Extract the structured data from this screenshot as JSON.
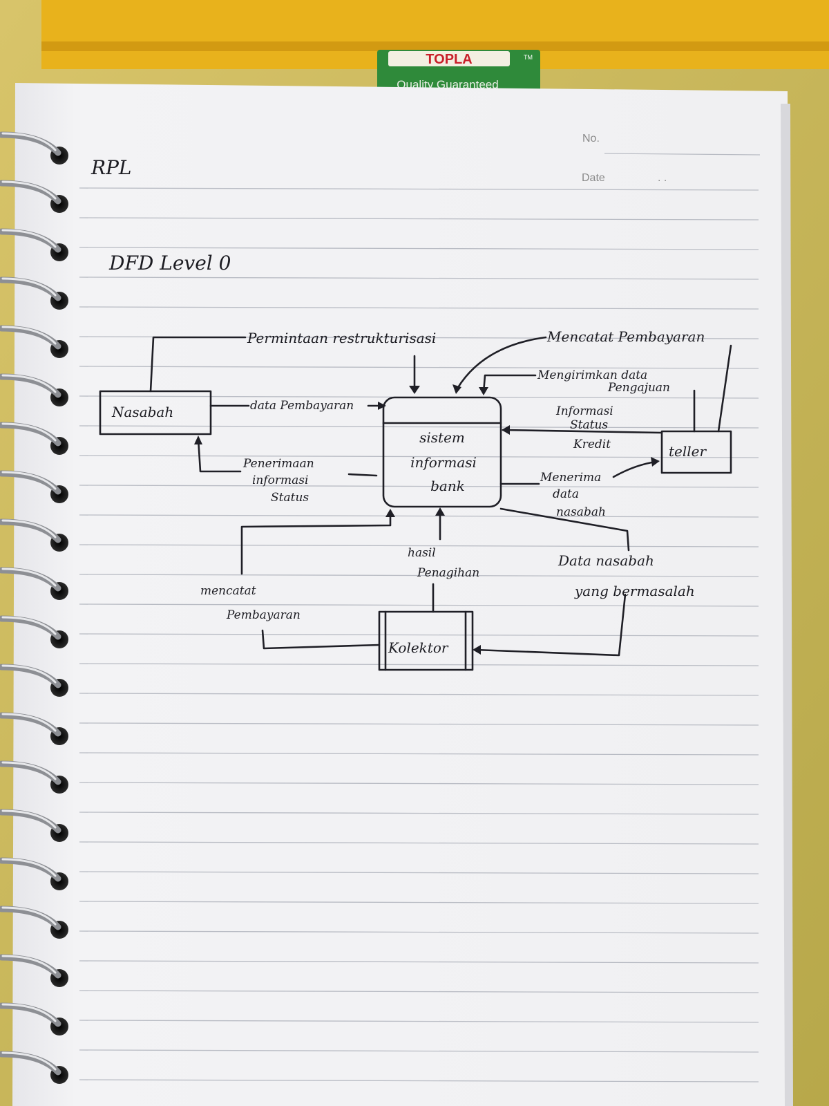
{
  "notebook": {
    "tag_brand": "TOPLA",
    "tag_tm": "TM",
    "tag_slogan": "Quality Guaranteed",
    "no_label": "No.",
    "date_label": "Date",
    "date_dots": ". ."
  },
  "page": {
    "subject": "RPL",
    "title": "DFD Level 0"
  },
  "diagram": {
    "entities": {
      "nasabah": "Nasabah",
      "teller": "teller",
      "kolektor": "Kolektor"
    },
    "process": {
      "line1": "sistem",
      "line2": "informasi",
      "line3": "bank"
    },
    "flows": {
      "permintaan": "Permintaan restrukturisasi",
      "data_pembayaran": "data Pembayaran",
      "penerimaan_1": "Penerimaan",
      "penerimaan_2": "informasi",
      "penerimaan_3": "Status",
      "mencatat_top": "Mencatat Pembayaran",
      "mengirimkan_1": "Mengirimkan data",
      "mengirimkan_2": "Pengajuan",
      "info_kredit_1": "Informasi",
      "info_kredit_2": "Status",
      "info_kredit_3": "Kredit",
      "menerima_1": "Menerima",
      "menerima_2": "data",
      "menerima_3": "nasabah",
      "hasil_1": "hasil",
      "hasil_2": "Penagihan",
      "data_bermasalah_1": "Data nasabah",
      "data_bermasalah_2": "yang bermasalah",
      "mencatat_kolektor_1": "mencatat",
      "mencatat_kolektor_2": "Pembayaran"
    }
  },
  "colors": {
    "ink": "#1f1f26",
    "paper": "#f4f4f6",
    "ruling": "#b9bcc4",
    "binder": "#e8b21c",
    "tag": "#2f8a3a"
  }
}
